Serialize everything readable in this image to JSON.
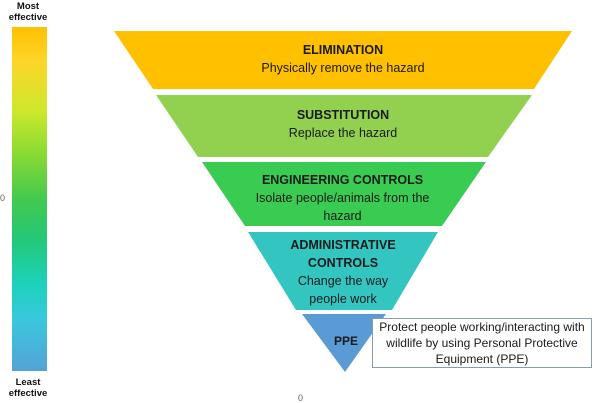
{
  "scale": {
    "top_label": "Most effective",
    "bottom_label": "Least effective",
    "side_tick": "0",
    "bottom_tick": "0"
  },
  "levels": [
    {
      "title": "ELIMINATION",
      "description": "Physically remove the hazard",
      "color": "#ffc000"
    },
    {
      "title": "SUBSTITUTION",
      "description": "Replace the hazard",
      "color": "#92d050"
    },
    {
      "title": "ENGINEERING CONTROLS",
      "description": "Isolate people/animals from the hazard",
      "color": "#3acb52"
    },
    {
      "title": "ADMINISTRATIVE CONTROLS",
      "description": "Change the way people work",
      "color": "#33c6c0"
    },
    {
      "title": "PPE",
      "description": "Protect people working/interacting with wildlife by using Personal Protective Equipment (PPE)",
      "color": "#5b9bd5"
    }
  ]
}
